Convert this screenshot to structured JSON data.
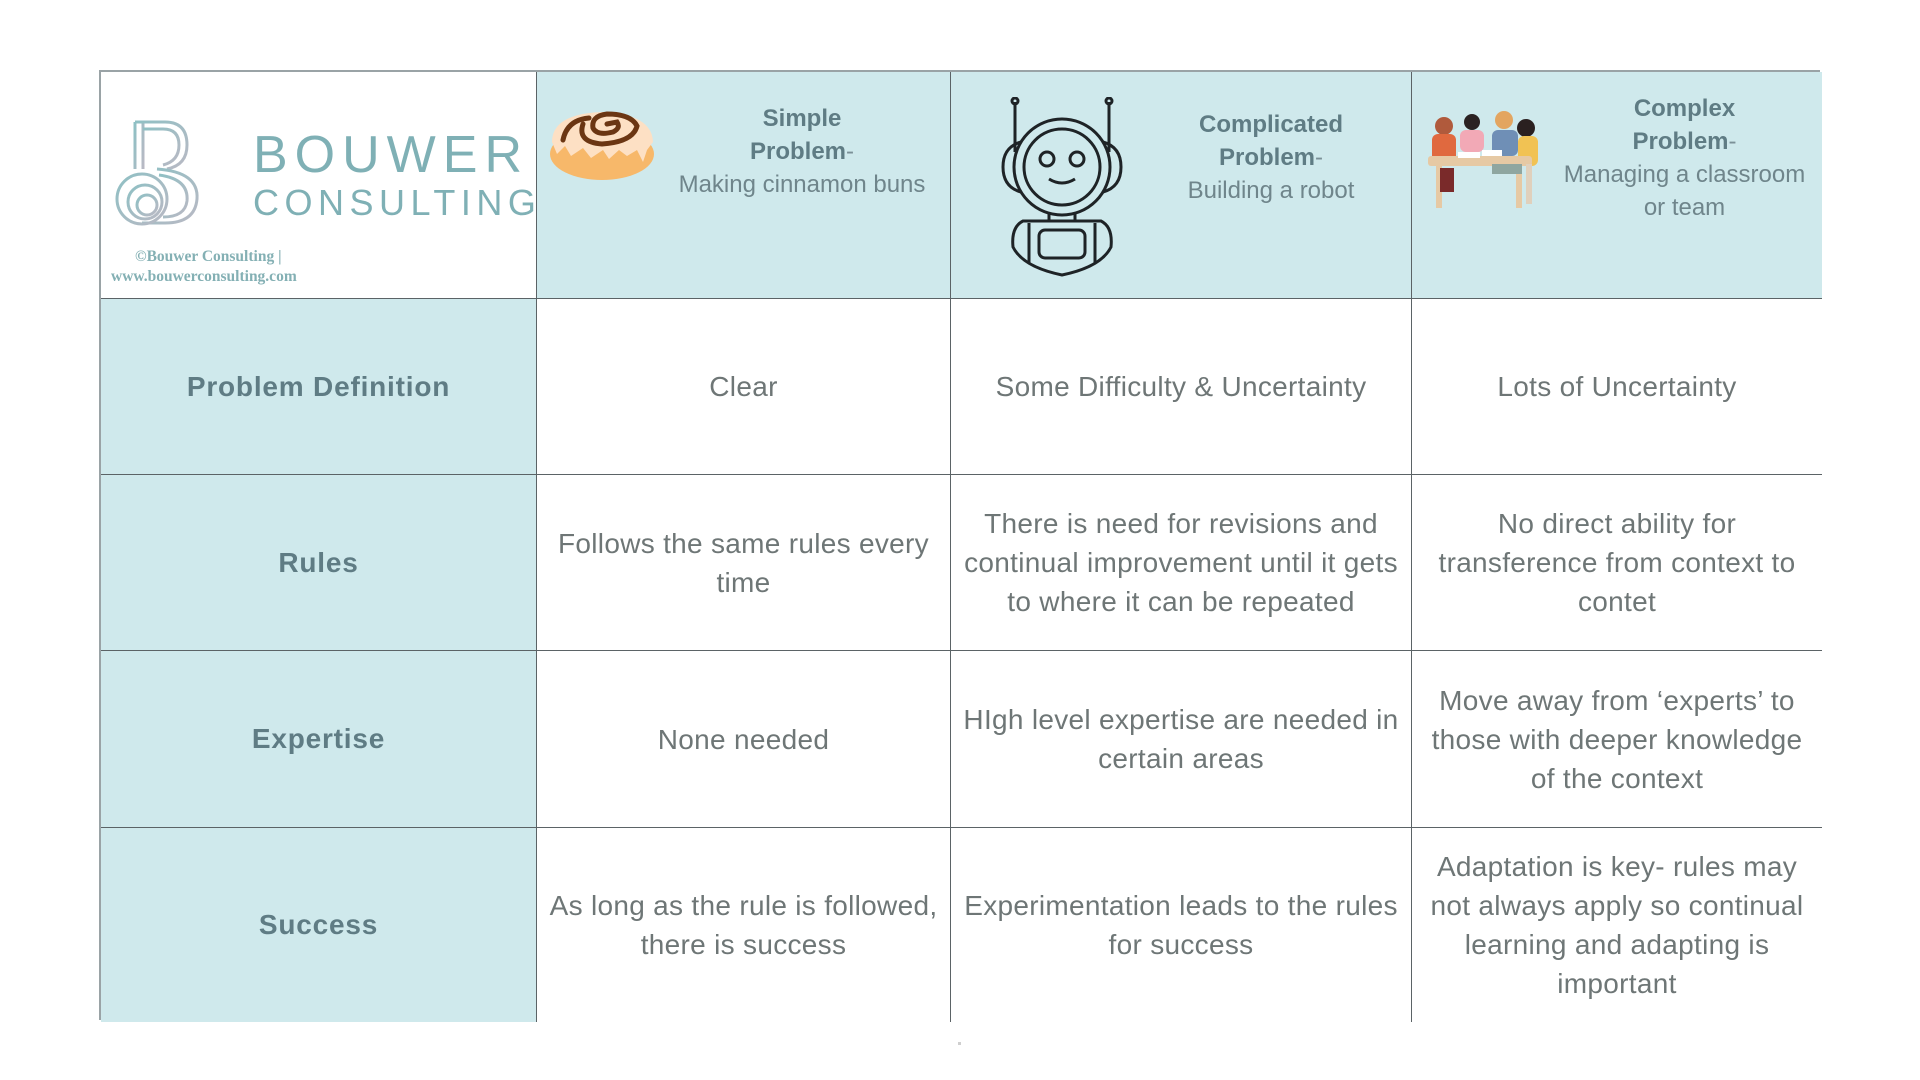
{
  "logo": {
    "word1": "BOUWER",
    "word2": "CONSULTING",
    "icon": "letter-b-swirl-logo",
    "copyright_line1": "©Bouwer Consulting |",
    "copyright_line2": "www.bouwerconsulting.com",
    "color": "#7fb0b5"
  },
  "columns": [
    {
      "icon": "cinnamon-bun-icon",
      "title_line1": "Simple",
      "title_line2": "Problem",
      "dash": "-",
      "subtitle": "Making cinnamon buns"
    },
    {
      "icon": "robot-icon",
      "title_line1": "Complicated",
      "title_line2": "Problem",
      "dash": "-",
      "subtitle": "Building a robot"
    },
    {
      "icon": "team-meeting-icon",
      "title_line1": "Complex",
      "title_line2": "Problem",
      "dash": "-",
      "subtitle_line1": "Managing a classroom",
      "subtitle_line2": "or team"
    }
  ],
  "rows": [
    {
      "label": "Problem Definition",
      "cells": [
        "Clear",
        "Some Difficulty & Uncertainty",
        "Lots of Uncertainty"
      ]
    },
    {
      "label": "Rules",
      "cells": [
        "Follows the same rules every time",
        "There is need for revisions and continual improvement until it gets to where it can be repeated",
        "No direct ability for transference from context to contet"
      ]
    },
    {
      "label": "Expertise",
      "cells": [
        "None needed",
        "HIgh level expertise are needed in certain areas",
        "Move away from ‘experts’ to those with deeper knowledge of the context"
      ]
    },
    {
      "label": "Success",
      "cells": [
        "As long as the rule is followed, there is success",
        "Experimentation leads to the rules for success",
        "Adaptation is key- rules may not always apply so continual learning and adapting is important"
      ]
    }
  ],
  "colors": {
    "teal_bg": "#cfe9ec",
    "heading_text": "#5f7c84",
    "body_text": "#6e7676",
    "grid_line": "#5b6366"
  }
}
